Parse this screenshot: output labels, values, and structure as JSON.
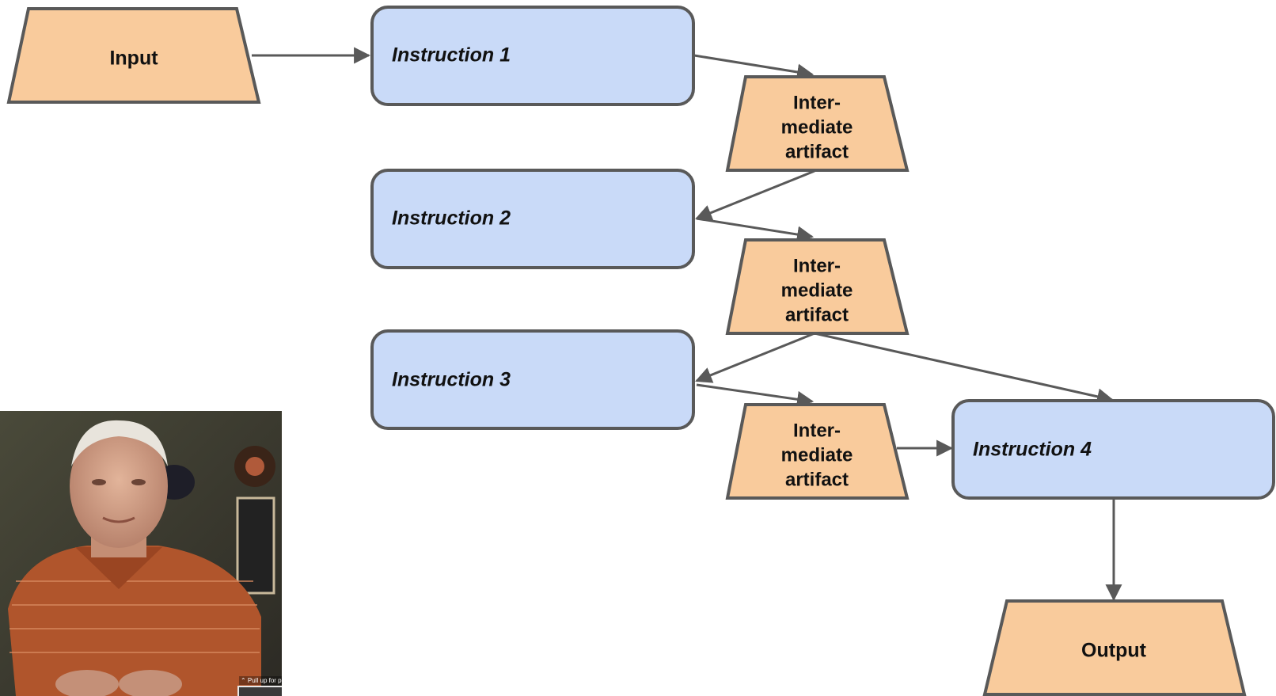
{
  "nodes": {
    "input": "Input",
    "instruction_1": "Instruction 1",
    "instruction_2": "Instruction 2",
    "instruction_3": "Instruction 3",
    "instruction_4": "Instruction 4",
    "intermediate_1": [
      "Inter-",
      "mediate",
      "artifact"
    ],
    "intermediate_2": [
      "Inter-",
      "mediate",
      "artifact"
    ],
    "intermediate_3": [
      "Inter-",
      "mediate",
      "artifact"
    ],
    "output": "Output"
  },
  "video_overlay": {
    "pull_up_text": "⌃ Pull up for p"
  },
  "colors": {
    "artifact_fill": "#f9cb9c",
    "instruction_fill": "#c9daf8",
    "stroke": "#595959"
  }
}
